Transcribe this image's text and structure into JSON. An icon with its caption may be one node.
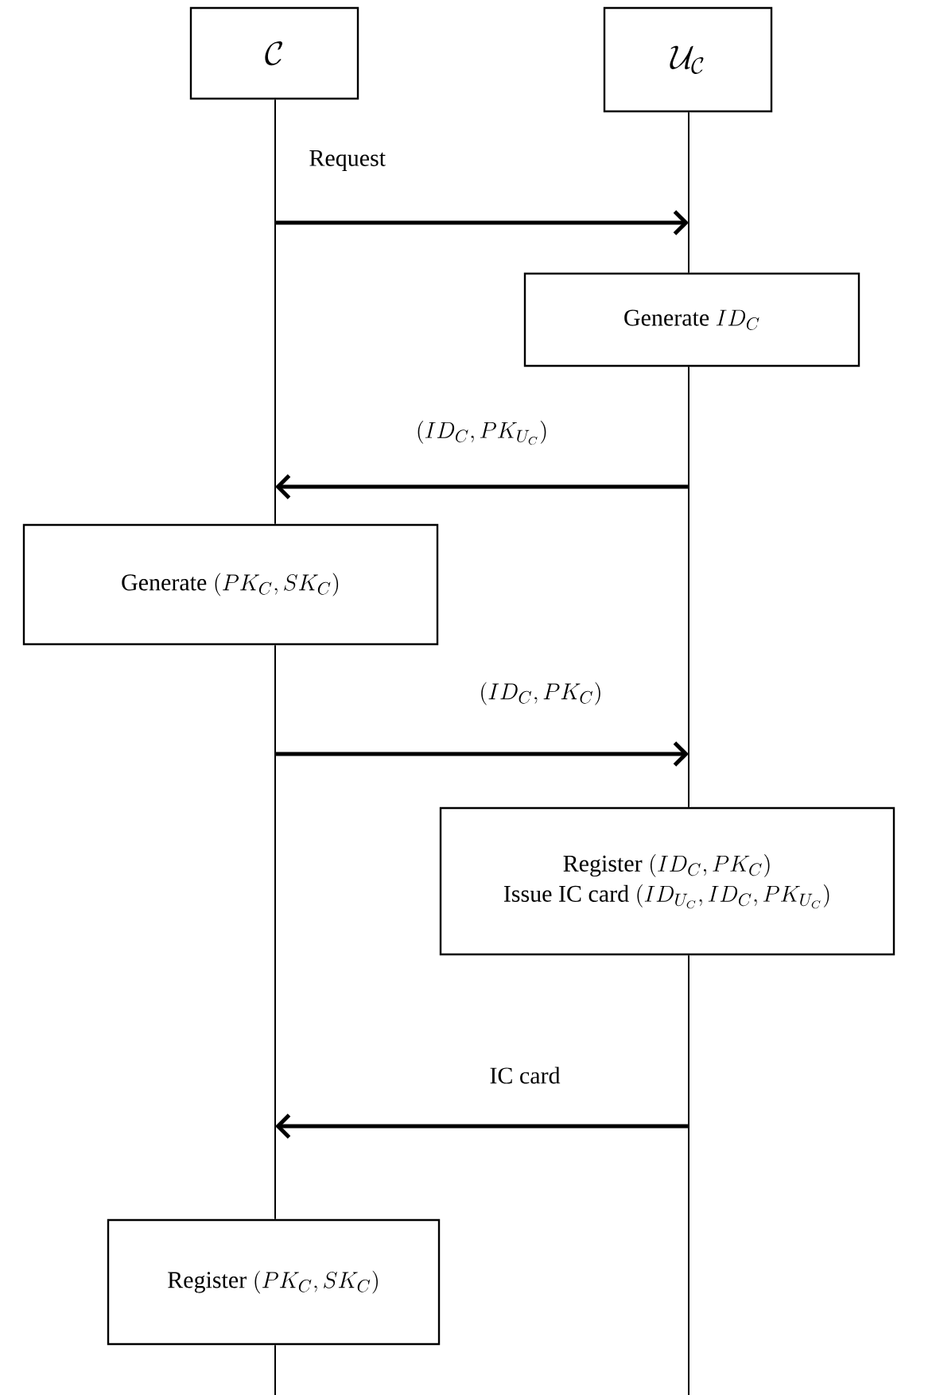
{
  "diagram": {
    "nodes": [
      {
        "text": [
          "\\mathcal{C}"
        ]
      },
      {
        "text": [
          "\\mathcal{U}_{\\mathcal{C}}"
        ]
      },
      {
        "text": [
          "\\text{Generate } ID_C"
        ]
      },
      {
        "text": [
          "\\text{Generate } (PK_C, SK_C)"
        ]
      },
      {
        "text": [
          "\\text{Register } (ID_C, PK_C)",
          "\\text{Issue IC card } (ID_{U_C}, ID_C, PK_{U_C})"
        ]
      },
      {
        "text": [
          "\\text{Register } (PK_C, SK_C)"
        ]
      }
    ],
    "edges": [
      {
        "from": 0,
        "to": 3,
        "arrow": "none"
      },
      {
        "from": 1,
        "to": 2,
        "arrow": "none"
      },
      {
        "from": 2,
        "to": 4,
        "arrow": "none"
      },
      {
        "from": 3,
        "to": 5,
        "arrow": "none"
      },
      {
        "from": 4,
        "to": null,
        "arrow": "none"
      },
      {
        "from": 5,
        "to": null,
        "arrow": "none"
      }
    ],
    "labels": [
      "Request",
      "(ID_C, PK_{U_C})",
      "(ID_C, PK_C)",
      "IC card"
    ]
  }
}
